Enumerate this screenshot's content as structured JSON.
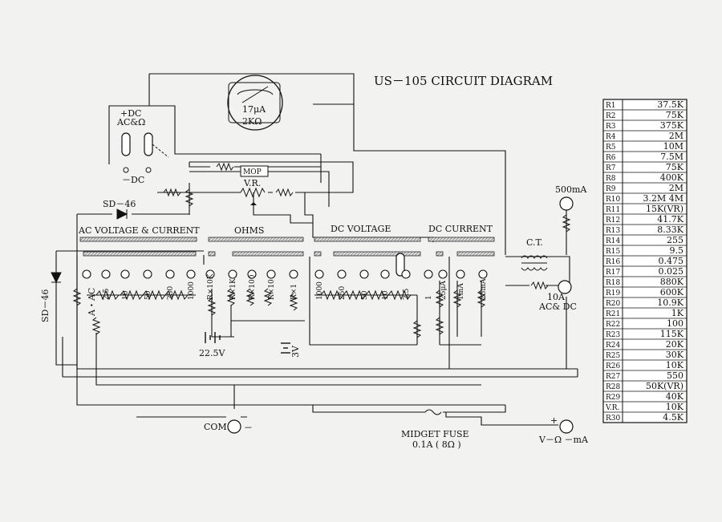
{
  "title": "US－105 CIRCUIT  DIAGRAM",
  "labels": {
    "meter_current": "17μA",
    "meter_resistance": "2KΩ",
    "switch_plus_dc": "+DC",
    "switch_ac_ohm": "AC&Ω",
    "switch_minus_dc": "－DC",
    "mop": "MOP",
    "vr": "V.R.",
    "diode_top": "SD－46",
    "diode_left": "SD－46",
    "section_ac": "AC  VOLTAGE  &  CURRENT",
    "section_ohms": "OHMS",
    "section_dcv": "DC  VOLTAGE",
    "section_dci": "DC  CURRENT",
    "ac_scale": "A・AC",
    "battery_1": "22.5V",
    "battery_2": "3V",
    "jack_500ma": "500mA",
    "ct": "C.T.",
    "jack_10a": "10A",
    "acdc": "AC& DC",
    "com": "COM.",
    "fuse_title": "MIDGET  FUSE",
    "fuse_value": "0.1A ( 8Ω )",
    "vma": "V－Ω －mA",
    "plus": "+",
    "minus": "－"
  },
  "ac_ranges": [
    "2.5",
    "10",
    "50",
    "250",
    "1000"
  ],
  "ohm_ranges": [
    "R×10K",
    "R×1K",
    "R×100",
    "R×10",
    "R×1"
  ],
  "dcv_ranges": [
    "1000",
    "250",
    "50",
    "10",
    "2.5"
  ],
  "dci_ranges": [
    "1",
    "25μA",
    "1mA",
    "25mA"
  ],
  "resistor_table": [
    {
      "ref": "R1",
      "value": "37.5K"
    },
    {
      "ref": "R2",
      "value": "75K"
    },
    {
      "ref": "R3",
      "value": "375K"
    },
    {
      "ref": "R4",
      "value": "2M"
    },
    {
      "ref": "R5",
      "value": "10M"
    },
    {
      "ref": "R6",
      "value": "7.5M"
    },
    {
      "ref": "R7",
      "value": "75K"
    },
    {
      "ref": "R8",
      "value": "400K"
    },
    {
      "ref": "R9",
      "value": "2M"
    },
    {
      "ref": "R10",
      "value": "3.2M\n4M"
    },
    {
      "ref": "R11",
      "value": "15K(VR)"
    },
    {
      "ref": "R12",
      "value": "41.7K"
    },
    {
      "ref": "R13",
      "value": "8.33K"
    },
    {
      "ref": "R14",
      "value": "255"
    },
    {
      "ref": "R15",
      "value": "9.5"
    },
    {
      "ref": "R16",
      "value": "0.475"
    },
    {
      "ref": "R17",
      "value": "0.025"
    },
    {
      "ref": "R18",
      "value": "880K"
    },
    {
      "ref": "R19",
      "value": "600K"
    },
    {
      "ref": "R20",
      "value": "10.9K"
    },
    {
      "ref": "R21",
      "value": "1K"
    },
    {
      "ref": "R22",
      "value": "100"
    },
    {
      "ref": "R23",
      "value": "115K"
    },
    {
      "ref": "R24",
      "value": "20K"
    },
    {
      "ref": "R25",
      "value": "30K"
    },
    {
      "ref": "R26",
      "value": "10K"
    },
    {
      "ref": "R27",
      "value": "550"
    },
    {
      "ref": "R28",
      "value": "50K(VR)"
    },
    {
      "ref": "R29",
      "value": "40K"
    },
    {
      "ref": "V.R.",
      "value": "10K"
    },
    {
      "ref": "R30",
      "value": "4.5K"
    }
  ]
}
